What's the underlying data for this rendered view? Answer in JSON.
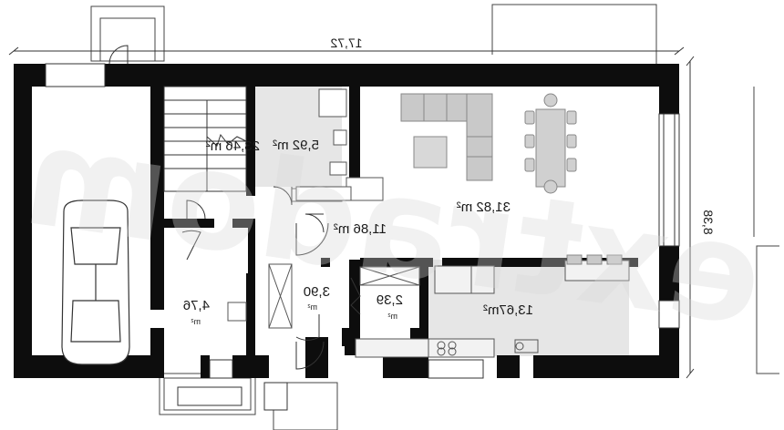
{
  "plan": {
    "dimensions": {
      "width_label": "17,72",
      "depth_label": "8,38"
    },
    "rooms": [
      {
        "id": "garage",
        "area": "23,46",
        "unit": "m²"
      },
      {
        "id": "bath",
        "area": "5,92",
        "unit": "m²"
      },
      {
        "id": "hall",
        "area": "11,86",
        "unit": "m²"
      },
      {
        "id": "living",
        "area": "31,82",
        "unit": "m²"
      },
      {
        "id": "boiler",
        "area": "4,76",
        "unit": "m²"
      },
      {
        "id": "vestibule",
        "area": "3,90",
        "unit": "m²"
      },
      {
        "id": "pantry",
        "area": "2,39",
        "unit": "m²"
      },
      {
        "id": "kitchen",
        "area": "13,67",
        "unit": "m²"
      }
    ],
    "watermark": "extradom",
    "colors": {
      "wall": "#0d0d0d",
      "tile": "#e6e6e6",
      "furniture": "#c9c9c9",
      "line": "#333333"
    }
  }
}
